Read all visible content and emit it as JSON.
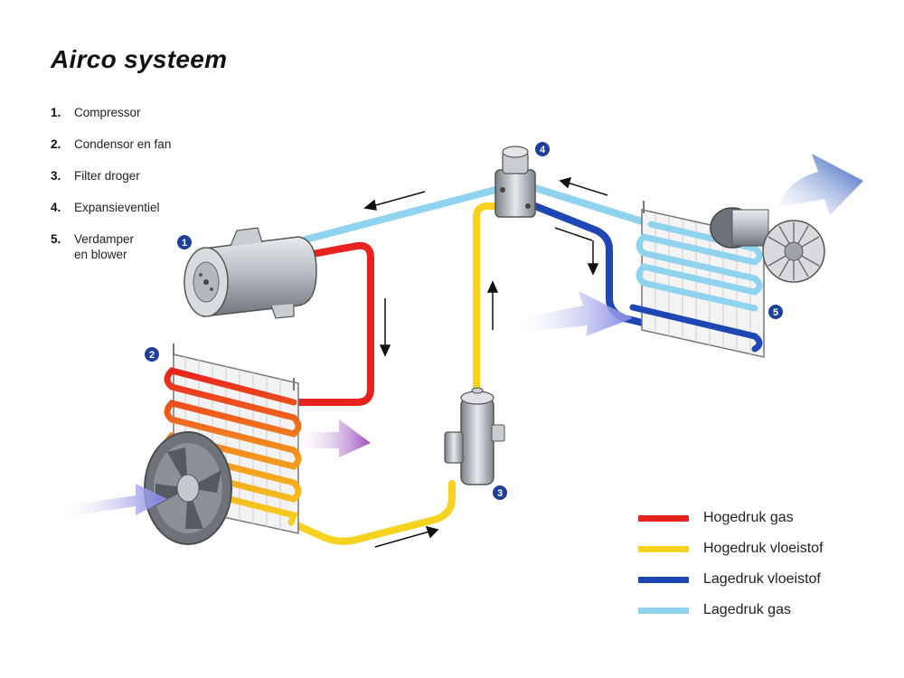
{
  "title": "Airco systeem",
  "components": [
    {
      "num": "1.",
      "label": "Compressor",
      "badge": "1"
    },
    {
      "num": "2.",
      "label": "Condensor en fan",
      "badge": "2"
    },
    {
      "num": "3.",
      "label": "Filter droger",
      "badge": "3"
    },
    {
      "num": "4.",
      "label": "Expansieventiel",
      "badge": "4"
    },
    {
      "num": "5.",
      "label": "Verdamper\nen blower",
      "badge": "5"
    }
  ],
  "legend": [
    {
      "label": "Hogedruk gas",
      "color": "#e8221c"
    },
    {
      "label": "Hogedruk vloeistof",
      "color": "#f7d21e"
    },
    {
      "label": "Lagedruk vloeistof",
      "color": "#1f46b5"
    },
    {
      "label": "Lagedruk gas",
      "color": "#8fd3ee"
    }
  ],
  "colors": {
    "badge": "#1e3f9a",
    "airflow_in": "#8b8fe6",
    "airflow_hot": "#9b4fc0",
    "airflow_out": "#1f4fb8",
    "metal": "#a9adb3"
  }
}
